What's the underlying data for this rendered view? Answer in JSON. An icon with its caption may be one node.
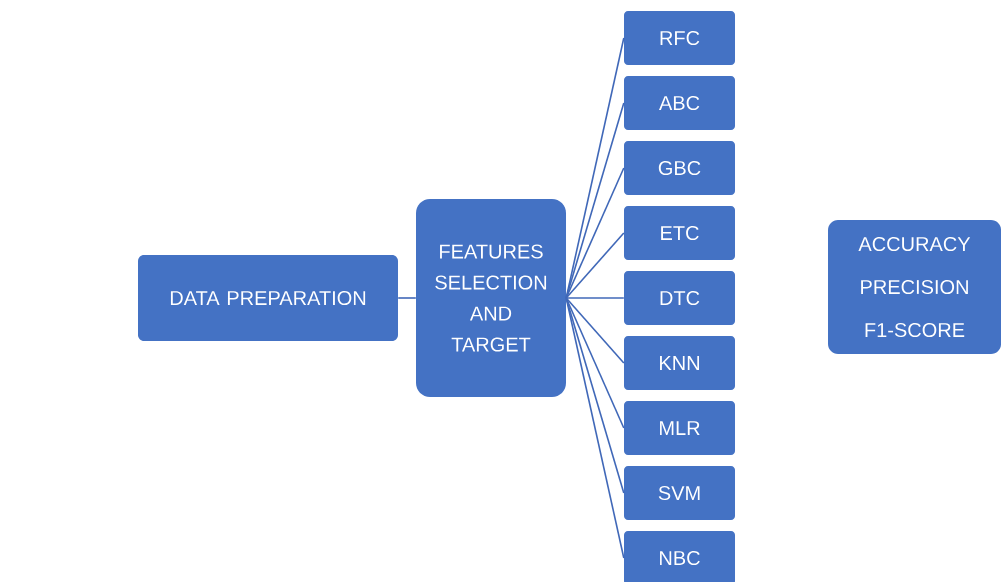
{
  "diagram": {
    "nodes": [
      {
        "text": [
          "DATA PREPARATION"
        ]
      },
      {
        "text": [
          "FEATURES SELECTION AND TARGET"
        ]
      },
      {
        "text": [
          "RFC"
        ]
      },
      {
        "text": [
          "ABC"
        ]
      },
      {
        "text": [
          "GBC"
        ]
      },
      {
        "text": [
          "ETC"
        ]
      },
      {
        "text": [
          "DTC"
        ]
      },
      {
        "text": [
          "KNN"
        ]
      },
      {
        "text": [
          "MLR"
        ]
      },
      {
        "text": [
          "SVM"
        ]
      },
      {
        "text": [
          "NBC"
        ]
      },
      {
        "text": [
          "ACCURACY",
          "PRECISION",
          "F1-SCORE"
        ]
      }
    ],
    "edges": [
      {
        "from": 0,
        "to": 1,
        "arrow": "none"
      },
      {
        "from": 1,
        "to": 2,
        "arrow": "none"
      },
      {
        "from": 1,
        "to": 3,
        "arrow": "none"
      },
      {
        "from": 1,
        "to": 4,
        "arrow": "none"
      },
      {
        "from": 1,
        "to": 5,
        "arrow": "none"
      },
      {
        "from": 1,
        "to": 6,
        "arrow": "none"
      },
      {
        "from": 1,
        "to": 7,
        "arrow": "none"
      },
      {
        "from": 1,
        "to": 8,
        "arrow": "none"
      },
      {
        "from": 1,
        "to": 9,
        "arrow": "none"
      },
      {
        "from": 1,
        "to": 10,
        "arrow": "none"
      }
    ]
  }
}
